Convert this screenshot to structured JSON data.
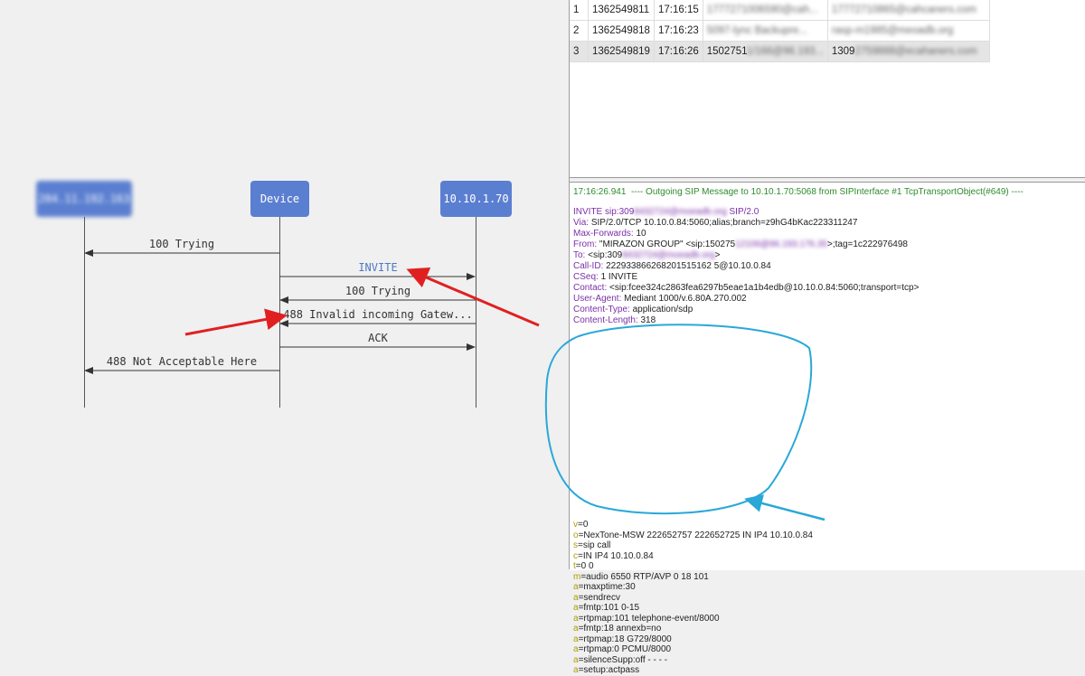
{
  "diagram": {
    "actors": {
      "left": "204.11.192.163",
      "device": "Device",
      "right": "10.10.1.70"
    },
    "messages": [
      {
        "label": "100 Trying"
      },
      {
        "label": "INVITE"
      },
      {
        "label": "100 Trying"
      },
      {
        "label": "488 Invalid incoming Gatew..."
      },
      {
        "label": "ACK"
      },
      {
        "label": "488 Not Acceptable Here"
      }
    ]
  },
  "calls": {
    "rows": [
      {
        "num": "1",
        "id": "1362549811",
        "time": "17:16:15",
        "from": "1777271006590@cah...",
        "to": "17772710865@cahcaners.com"
      },
      {
        "num": "2",
        "id": "1362549818",
        "time": "17:16:23",
        "from": "5097-lync Backupre...",
        "to": "rasp-m1985@meoadb.org"
      },
      {
        "num": "3",
        "id": "1362549819",
        "time": "17:16:26",
        "from_visible": "1502751",
        "from": "1/166@96.193...",
        "to_visible": "1309",
        "to": "2759888@ecahaners.com"
      }
    ]
  },
  "message": {
    "status": "17:16:26.941  ---- Outgoing SIP Message to 10.10.1.70:5068 from SIPInterface #1 TcpTransportObject(#649) ----",
    "request": {
      "prefix": "INVITE sip:309",
      "blurred": "8432724@moeadb.org",
      "suffix": " SIP/2.0"
    },
    "via": {
      "name": "Via:",
      "value": " SIP/2.0/TCP 10.10.0.84:5060;alias;branch=z9hG4bKac223311247"
    },
    "max_forwards": {
      "name": "Max-Forwards:",
      "value": " 10"
    },
    "from": {
      "name": "From:",
      "value_prefix": " \"MIRAZON GROUP\" <sip:150275",
      "blurred": "12106@96.193.176.35",
      "value_suffix": ">;tag=1c222976498"
    },
    "to": {
      "name": "To:",
      "value_prefix": " <sip:309",
      "blurred": "8432724@moeadb.org",
      "value_suffix": ">"
    },
    "call_id": {
      "name": "Call-ID:",
      "value": " 222933866268201515162 5@10.10.0.84"
    },
    "cseq": {
      "name": "CSeq:",
      "value": " 1 INVITE"
    },
    "contact": {
      "name": "Contact:",
      "value": " <sip:fcee324c2863fea6297b5eae1a1b4edb@10.10.0.84:5060;transport=tcp>"
    },
    "user_agent": {
      "name": "User-Agent:",
      "value": " Mediant 1000/v.6.80A.270.002"
    },
    "content_type": {
      "name": "Content-Type:",
      "value": " application/sdp"
    },
    "content_length": {
      "name": "Content-Length:",
      "value": " 318"
    },
    "sdp": [
      {
        "k": "v",
        "v": "=0"
      },
      {
        "k": "o",
        "v": "=NexTone-MSW 222652757 222652725 IN IP4 10.10.0.84"
      },
      {
        "k": "s",
        "v": "=sip call"
      },
      {
        "k": "c",
        "v": "=IN IP4 10.10.0.84"
      },
      {
        "k": "t",
        "v": "=0 0"
      },
      {
        "k": "m",
        "v": "=audio 6550 RTP/AVP 0 18 101"
      },
      {
        "k": "a",
        "v": "=maxptime:30"
      },
      {
        "k": "a",
        "v": "=sendrecv"
      },
      {
        "k": "a",
        "v": "=fmtp:101 0-15"
      },
      {
        "k": "a",
        "v": "=rtpmap:101 telephone-event/8000"
      },
      {
        "k": "a",
        "v": "=fmtp:18 annexb=no"
      },
      {
        "k": "a",
        "v": "=rtpmap:18 G729/8000"
      },
      {
        "k": "a",
        "v": "=rtpmap:0 PCMU/8000"
      },
      {
        "k": "a",
        "v": "=silenceSupp:off - - - -"
      },
      {
        "k": "a",
        "v": "=setup:actpass"
      }
    ]
  },
  "colors": {
    "actor_box": "#5b7fd0",
    "red_annotation": "#e02020",
    "blue_annotation": "#29a8d8"
  }
}
